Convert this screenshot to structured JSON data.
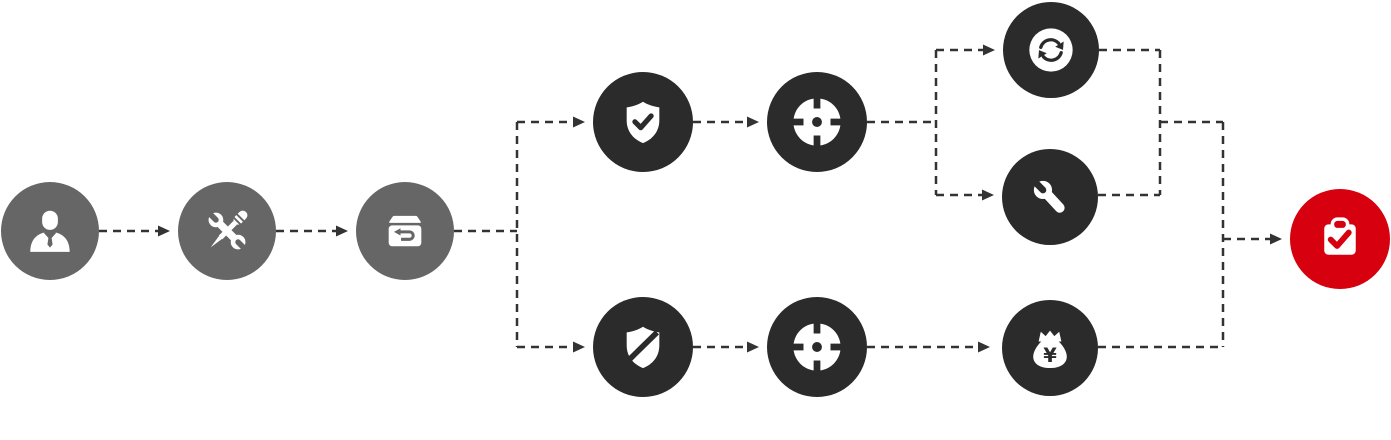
{
  "theme": {
    "node_gray": "#666666",
    "node_dark": "#2b2b2b",
    "node_red": "#d7000f",
    "line": "#333333",
    "icon": "#ffffff",
    "background": "#ffffff"
  },
  "icons": {
    "yen_glyph": "¥"
  },
  "nodes": [
    {
      "label": "person",
      "icon": "person-icon"
    },
    {
      "label": "wrench-and-screwdriver",
      "icon": "tools-icon"
    },
    {
      "label": "return-box",
      "icon": "box-return-icon"
    },
    {
      "label": "shield-check",
      "icon": "shield-check-icon"
    },
    {
      "label": "target",
      "icon": "target-icon"
    },
    {
      "label": "sync-arrows",
      "icon": "sync-icon"
    },
    {
      "label": "wrench",
      "icon": "wrench-icon"
    },
    {
      "label": "shield-slash",
      "icon": "shield-slash-icon"
    },
    {
      "label": "target",
      "icon": "target-icon"
    },
    {
      "label": "money-bag-yen",
      "icon": "money-bag-icon"
    },
    {
      "label": "clipboard-check",
      "icon": "clipboard-check-icon"
    }
  ],
  "connectors": {
    "style": "dashed",
    "direction": "left-to-right"
  }
}
